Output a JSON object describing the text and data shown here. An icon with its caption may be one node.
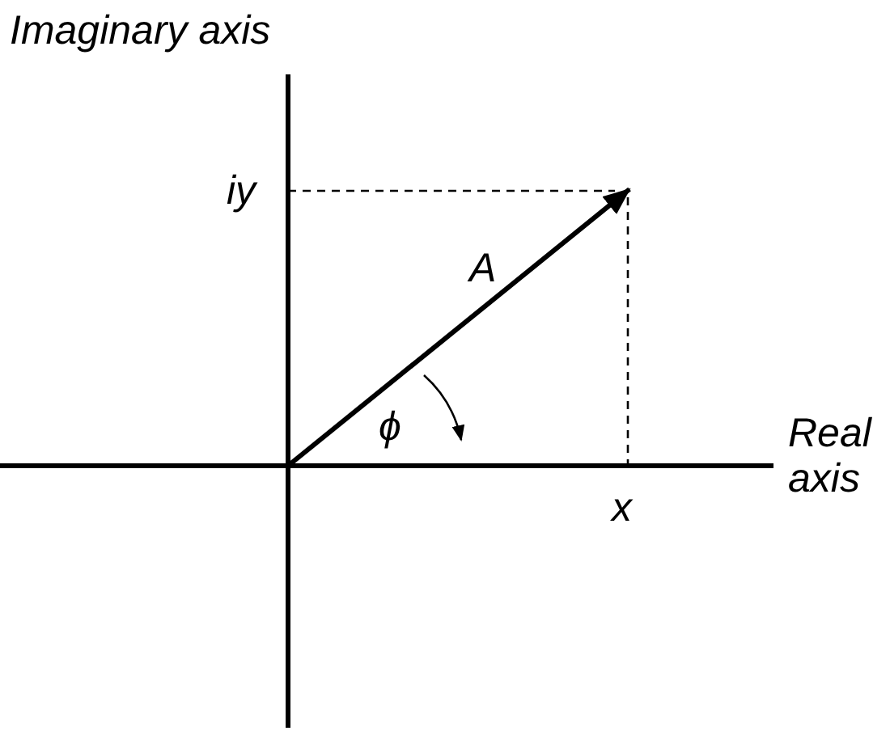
{
  "diagram": {
    "labels": [
      "Imaginary axis",
      "iy",
      "A",
      "ϕ",
      "Real axis",
      "x"
    ]
  }
}
